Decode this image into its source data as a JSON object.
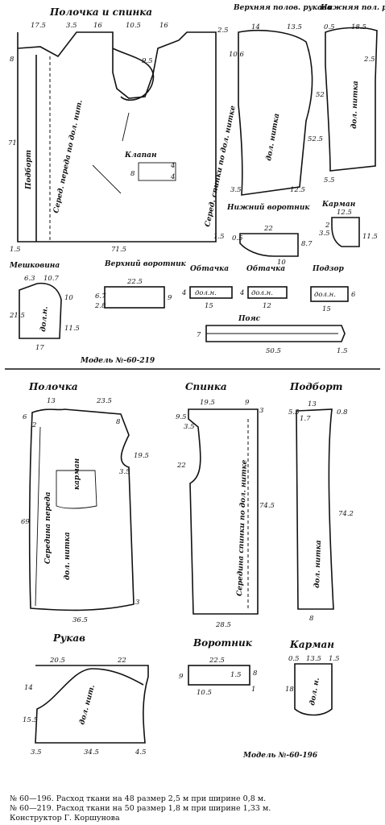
{
  "model1": {
    "title_front_back": "Полочка и спинка",
    "title_upper_sleeve": "Верхняя полов. рукава",
    "title_lower_sleeve": "Нижняя пол. рукава",
    "title_flap": "Клапан",
    "title_lower_collar": "Нижний воротник",
    "title_pocket": "Карман",
    "title_pocket_bag": "Мешковина",
    "title_upper_collar": "Верхний воротник",
    "title_facing1": "Обтачка",
    "title_facing2": "Обтачка",
    "title_hem": "Подзор",
    "title_belt": "Пояс",
    "label_podbort": "Подборт",
    "label_mid_front": "Серед. переда по дол. нит.",
    "label_mid_back": "Серед. спинки по дол. нитке",
    "label_dol_nitka": "дол. нитка",
    "label_dol_n": "дол.н.",
    "model_number": "Модель №-60-219",
    "dims": {
      "a": "17.5",
      "b": "3.5",
      "c": "16",
      "d": "10.5",
      "e": "16",
      "f": "2.5",
      "g": "8",
      "h": "71",
      "i": "1.5",
      "j": "71.5",
      "k": "1.5",
      "l": "9.5",
      "us1": "14",
      "us2": "13.5",
      "us3": "10.6",
      "us4": "52.5",
      "us5": "3.5",
      "us6": "12.5",
      "ls1": "0.5",
      "ls2": "18.5",
      "ls3": "52",
      "ls4": "2.5",
      "ls5": "5.5",
      "flap1": "8",
      "flap2": "4",
      "flap3": "4",
      "lc1": "22",
      "lc2": "0.5",
      "lc3": "8.7",
      "lc4": "10",
      "p1": "12.5",
      "p2": "3.5",
      "p3": "2",
      "p4": "11.5",
      "pb1": "6.3",
      "pb2": "10.7",
      "pb3": "21.5",
      "pb4": "10",
      "pb5": "11.5",
      "pb6": "17",
      "uc1": "22.5",
      "uc2": "6.7",
      "uc3": "2.8",
      "uc4": "9",
      "f1a": "4",
      "f1b": "15",
      "f2a": "4",
      "f2b": "12",
      "hm1": "6",
      "hm2": "15",
      "belt1": "50.5",
      "belt2": "7",
      "belt3": "1.5"
    }
  },
  "model2": {
    "title_front": "Полочка",
    "title_back": "Спинка",
    "title_podbort": "Подборт",
    "title_sleeve": "Рукав",
    "title_collar": "Воротник",
    "title_pocket": "Карман",
    "label_pocket": "карман",
    "label_mid_front": "Середина переда",
    "label_dol_nitka": "дол. нитка",
    "label_mid_back": "Середина спинки по дол. нитке",
    "label_dol_nit": "дол. нит.",
    "label_dol_n": "дол. н.",
    "model_number": "Модель №-60-196",
    "dims": {
      "fr1": "13",
      "fr2": "23.5",
      "fr3": "6",
      "fr4": "2",
      "fr5": "8",
      "fr6": "19.5",
      "fr7": "3.5",
      "fr8": "69",
      "fr9": "36.5",
      "fr10": "3",
      "bk1": "19.5",
      "bk2": "9",
      "bk3": "9.5",
      "bk4": "3.5",
      "bk5": "3",
      "bk6": "22",
      "bk7": "74.5",
      "bk8": "28.5",
      "pd1": "13",
      "pd2": "5.5",
      "pd3": "0.8",
      "pd4": "1.7",
      "pd5": "74.2",
      "pd6": "8",
      "sl1": "20.5",
      "sl2": "22",
      "sl3": "14",
      "sl4": "15.5",
      "sl5": "3.5",
      "sl6": "34.5",
      "sl7": "4.5",
      "cl1": "22.5",
      "cl2": "9",
      "cl3": "1.5",
      "cl4": "8",
      "cl5": "10.5",
      "cl6": "1",
      "pk1": "0.5",
      "pk2": "13.5",
      "pk3": "1.5",
      "pk4": "18"
    }
  },
  "footer": {
    "line1": "№ 60—196. Расход ткани на 48 размер 2,5 м при ширине 0,8 м.",
    "line2": "№ 60—219. Расход ткани на 50 размер 1,8 м при ширине 1,33 м.",
    "line3": "Конструктор Г. Коршунова"
  }
}
